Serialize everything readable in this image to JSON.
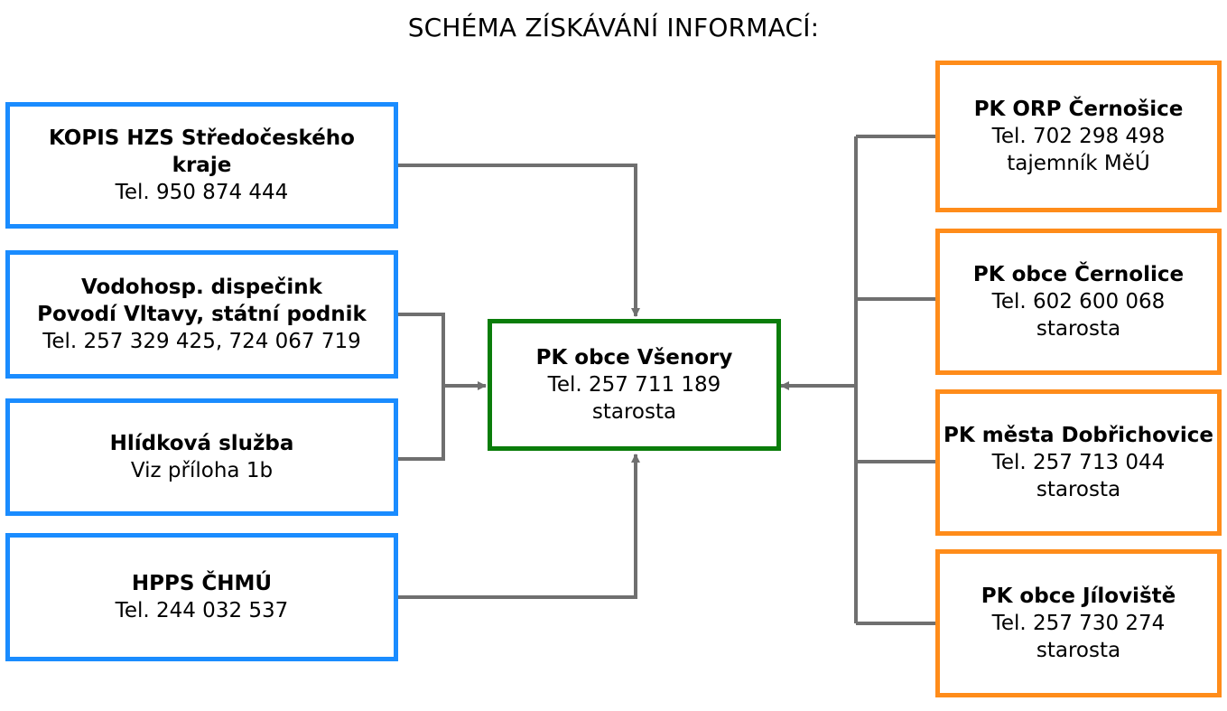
{
  "title": "SCHÉMA ZÍSKÁVÁNÍ INFORMACÍ:",
  "colors": {
    "left_border": "#1a8cff",
    "right_border": "#ff8c1a",
    "center_border": "#0a7d0a",
    "connector": "#6f6f6f"
  },
  "left_boxes": [
    {
      "bold_lines": [
        "KOPIS HZS Středočeského",
        "kraje"
      ],
      "lines": [
        "Tel. 950 874 444"
      ]
    },
    {
      "bold_lines": [
        "Vodohosp. dispečink",
        "Povodí Vltavy, státní podnik"
      ],
      "lines": [
        "Tel. 257 329 425, 724 067 719"
      ]
    },
    {
      "bold_lines": [
        "Hlídková služba"
      ],
      "lines": [
        "Viz příloha 1b"
      ]
    },
    {
      "bold_lines": [
        "HPPS ČHMÚ"
      ],
      "lines": [
        "Tel. 244 032 537"
      ]
    }
  ],
  "center_box": {
    "bold_lines": [
      "PK obce Všenory"
    ],
    "lines": [
      "Tel. 257 711 189",
      "starosta"
    ]
  },
  "right_boxes": [
    {
      "bold_lines": [
        "PK ORP Černošice"
      ],
      "lines": [
        "Tel.  702 298 498",
        "tajemník MěÚ"
      ]
    },
    {
      "bold_lines": [
        "PK obce Černolice"
      ],
      "lines": [
        "Tel. 602 600 068",
        "starosta"
      ]
    },
    {
      "bold_lines": [
        "PK města Dobřichovice"
      ],
      "lines": [
        "Tel. 257 713 044",
        "starosta"
      ]
    },
    {
      "bold_lines": [
        "PK obce Jíloviště"
      ],
      "lines": [
        "Tel. 257 730 274",
        "starosta"
      ]
    }
  ]
}
